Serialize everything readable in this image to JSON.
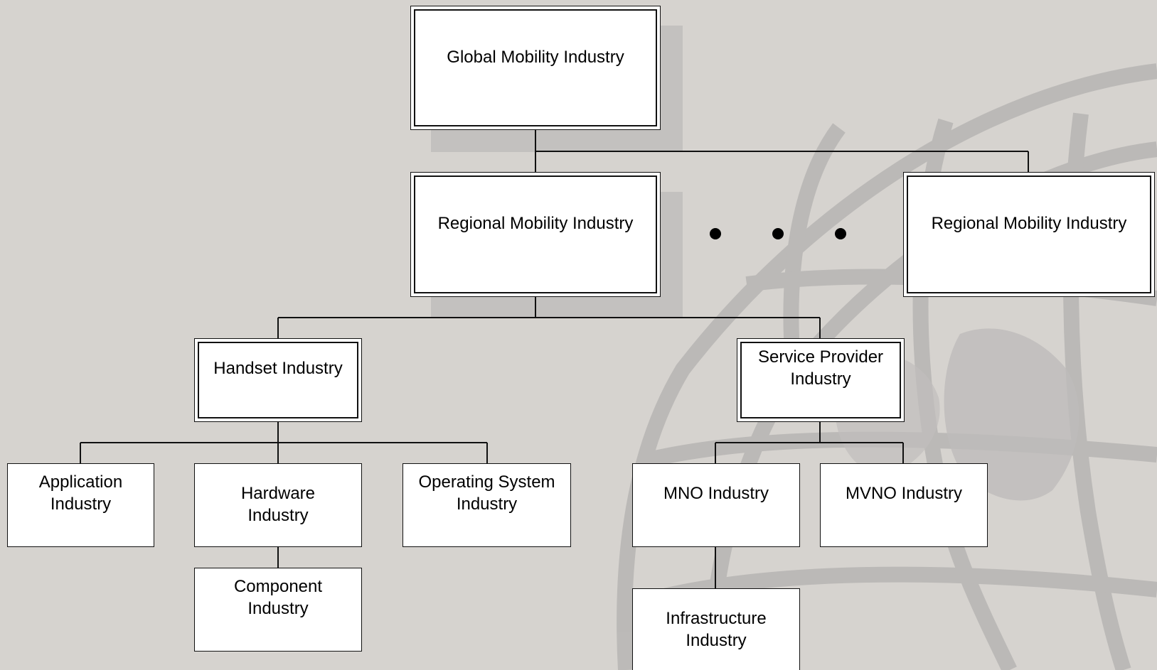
{
  "diagram": {
    "colors": {
      "background": "#d6d3cf",
      "globe": "#b9b7b5",
      "shadow": "#c3c1bf",
      "box_fill": "#ffffff",
      "line": "#111111"
    },
    "nodes": {
      "global": {
        "label": "Global Mobility Industry"
      },
      "regional_left": {
        "label": "Regional Mobility Industry"
      },
      "regional_right": {
        "label": "Regional Mobility Industry"
      },
      "handset": {
        "label": "Handset Industry"
      },
      "service_provider": {
        "label": "Service Provider\nIndustry"
      },
      "application": {
        "label": "Application\nIndustry"
      },
      "hardware": {
        "label": "Hardware\nIndustry"
      },
      "operating_system": {
        "label": "Operating System\nIndustry"
      },
      "component": {
        "label": "Component\nIndustry"
      },
      "mno": {
        "label": "MNO Industry"
      },
      "mvno": {
        "label": "MVNO Industry"
      },
      "infrastructure": {
        "label": "Infrastructure\nIndustry"
      }
    },
    "edges": [
      [
        "global",
        "regional_left"
      ],
      [
        "global",
        "regional_right"
      ],
      [
        "regional_left",
        "handset"
      ],
      [
        "regional_left",
        "service_provider"
      ],
      [
        "handset",
        "application"
      ],
      [
        "handset",
        "hardware"
      ],
      [
        "handset",
        "operating_system"
      ],
      [
        "hardware",
        "component"
      ],
      [
        "service_provider",
        "mno"
      ],
      [
        "service_provider",
        "mvno"
      ],
      [
        "mno",
        "infrastructure"
      ]
    ],
    "ellipsis": {
      "symbol": "• • •"
    }
  }
}
